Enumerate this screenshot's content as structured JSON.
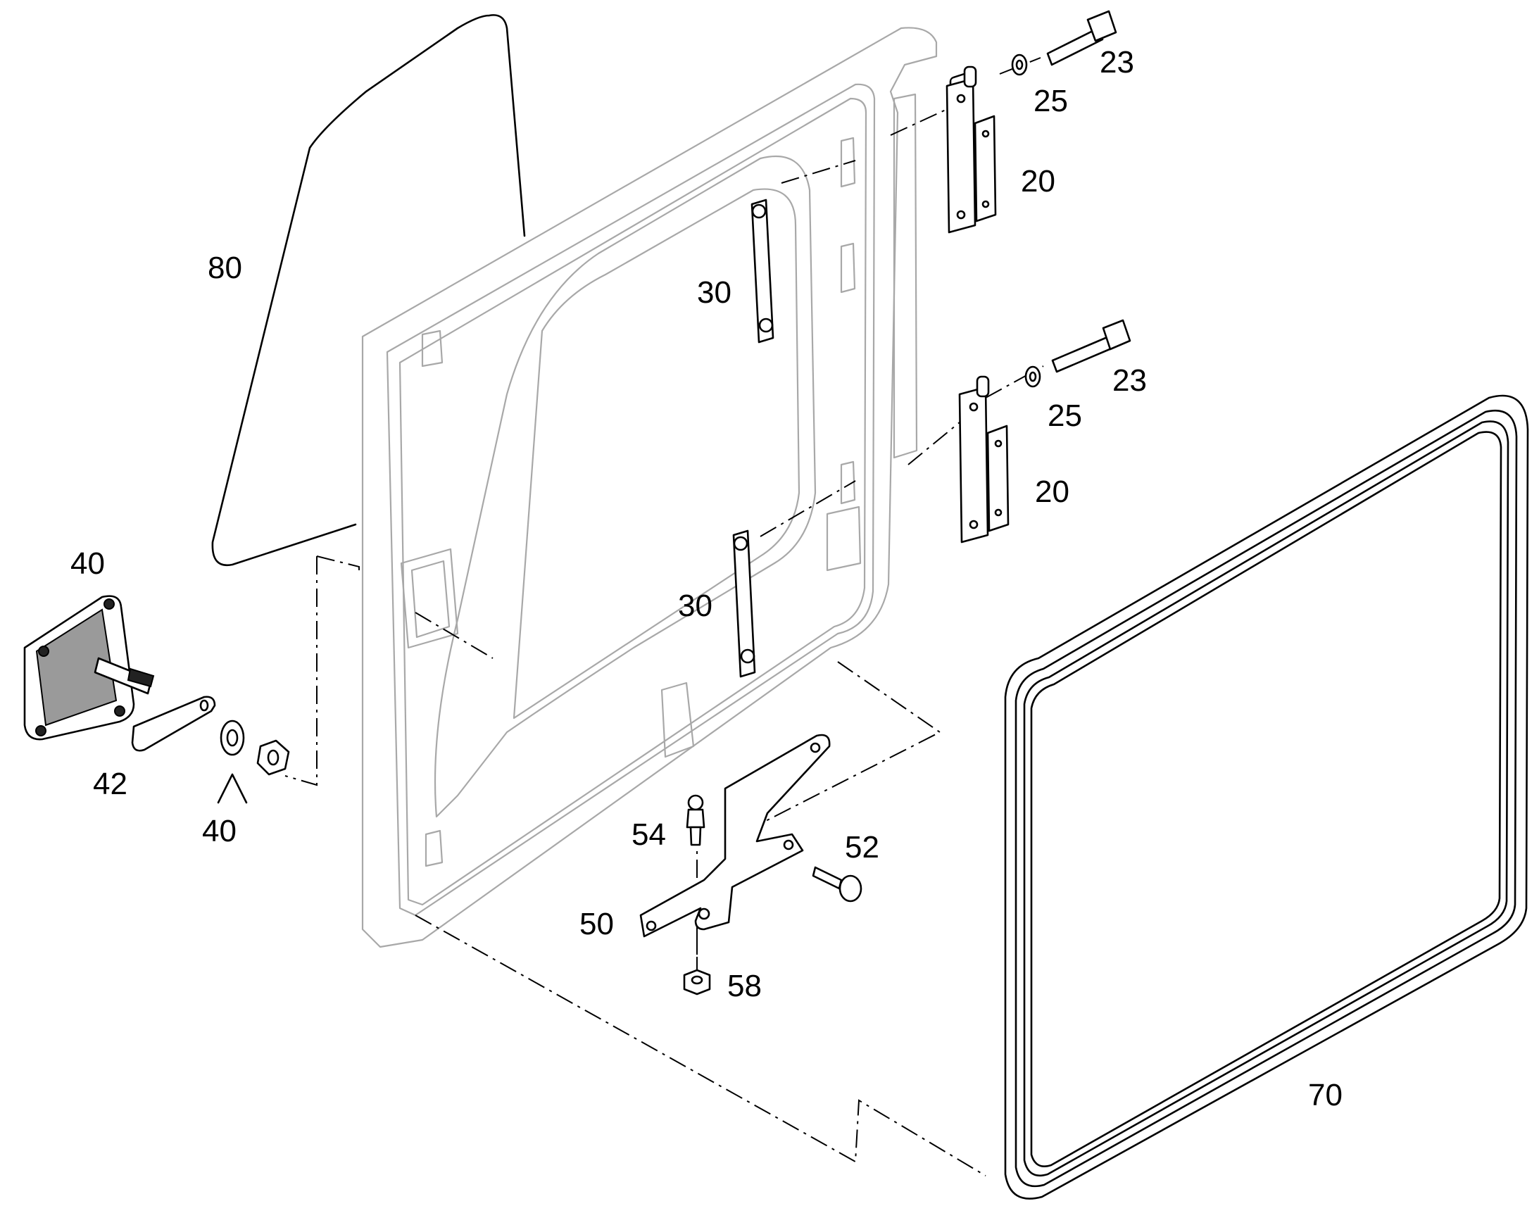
{
  "labels": {
    "glass": "80",
    "lamp_top": "40",
    "bracket_strip": "42",
    "washer_nut": "40",
    "hinge_bolt_upper": "23",
    "hinge_washer_upper": "25",
    "hinge_upper": "20",
    "link_upper": "30",
    "hinge_bolt_lower": "23",
    "hinge_washer_lower": "25",
    "hinge_lower": "20",
    "link_lower": "30",
    "ball_stud": "54",
    "screw": "52",
    "bracket": "50",
    "nut": "58",
    "seal": "70"
  }
}
